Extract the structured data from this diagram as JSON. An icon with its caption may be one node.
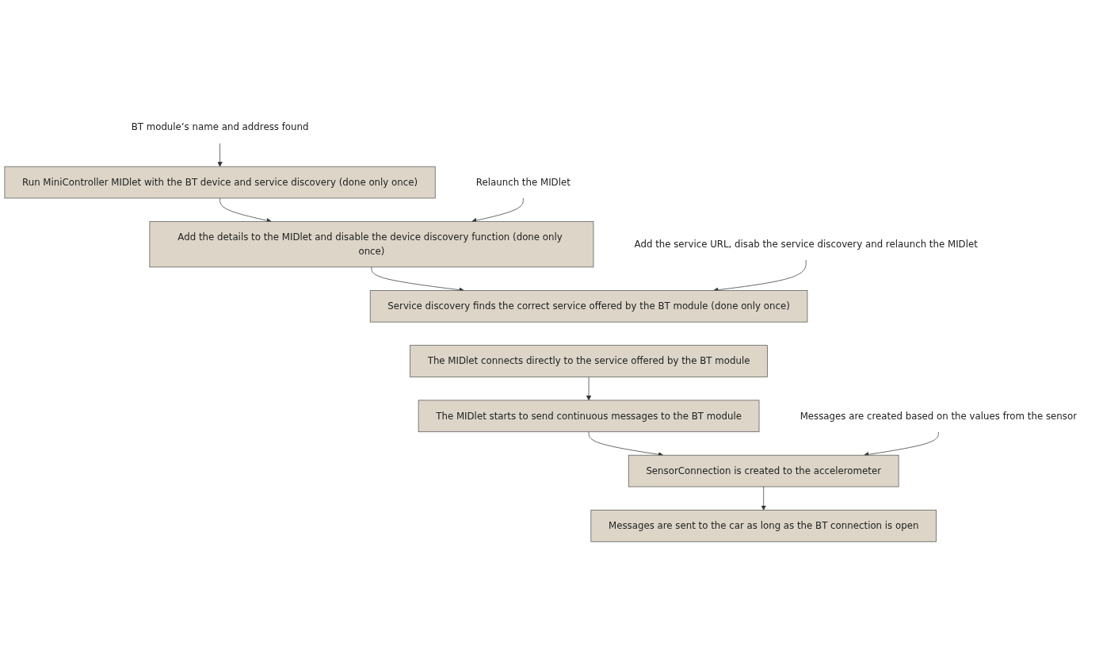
{
  "diagram": {
    "nodes": [
      {
        "text": [
          "Run MiniController MIDlet with the BT device and service discovery (done only once)"
        ]
      },
      {
        "text": [
          "BT module’s name and address found"
        ]
      },
      {
        "text": [
          "Add the details to the MIDlet and disable the device discovery function (done only once)"
        ]
      },
      {
        "text": [
          "Relaunch the MIDlet"
        ]
      },
      {
        "text": [
          "Service discovery finds the correct service offered by the BT module (done only once)"
        ]
      },
      {
        "text": [
          "Add the service URL, disab the service discovery and relaunch the MIDlet"
        ]
      },
      {
        "text": [
          "The MIDlet connects directly to the service offered by the BT module"
        ]
      },
      {
        "text": [
          "The MIDlet starts to send continuous messages to the BT module"
        ]
      },
      {
        "text": [
          "SensorConnection is created to the accelerometer"
        ]
      },
      {
        "text": [
          "Messages are created based on the values from the sensor"
        ]
      },
      {
        "text": [
          "Messages are sent to the car as long as the BT connection is open"
        ]
      }
    ],
    "edges": [
      {
        "from": 1,
        "to": 0,
        "arrow": "to"
      },
      {
        "from": 0,
        "to": 2,
        "arrow": "to"
      },
      {
        "from": 3,
        "to": 2,
        "arrow": "to"
      },
      {
        "from": 2,
        "to": 4,
        "arrow": "to"
      },
      {
        "from": 5,
        "to": 4,
        "arrow": "to"
      },
      {
        "from": 6,
        "to": 7,
        "arrow": "to"
      },
      {
        "from": 7,
        "to": 8,
        "arrow": "to"
      },
      {
        "from": 9,
        "to": 8,
        "arrow": "to"
      },
      {
        "from": 8,
        "to": 10,
        "arrow": "to"
      }
    ]
  }
}
